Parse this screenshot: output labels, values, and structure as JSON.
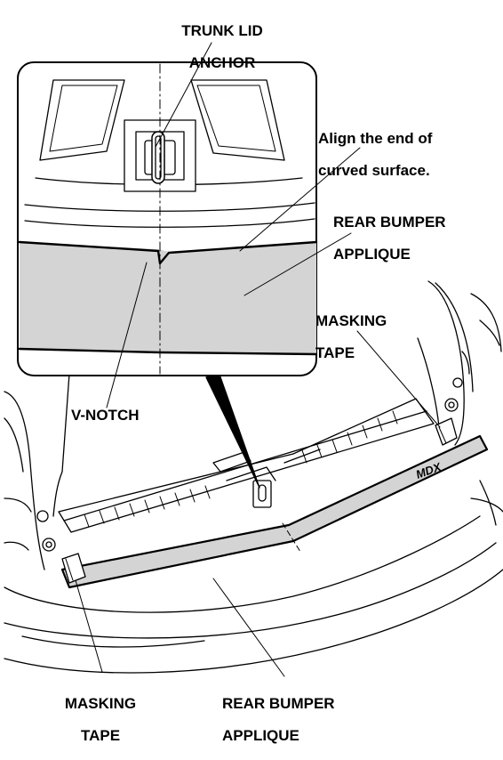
{
  "labels": {
    "trunk_lid_anchor": [
      "TRUNK LID",
      "ANCHOR"
    ],
    "align_note": [
      "Align the end of",
      "curved surface."
    ],
    "rear_bumper_applique_top": [
      "REAR BUMPER",
      "APPLIQUE"
    ],
    "masking_tape_right": [
      "MASKING",
      "TAPE"
    ],
    "v_notch": "V-NOTCH",
    "masking_tape_bottom": [
      "MASKING",
      "TAPE"
    ],
    "rear_bumper_applique_bottom": [
      "REAR BUMPER",
      "APPLIQUE"
    ],
    "badge": "MDX"
  },
  "colors": {
    "line": "#000000",
    "applique_fill": "#d4d4d4",
    "background": "#ffffff"
  }
}
